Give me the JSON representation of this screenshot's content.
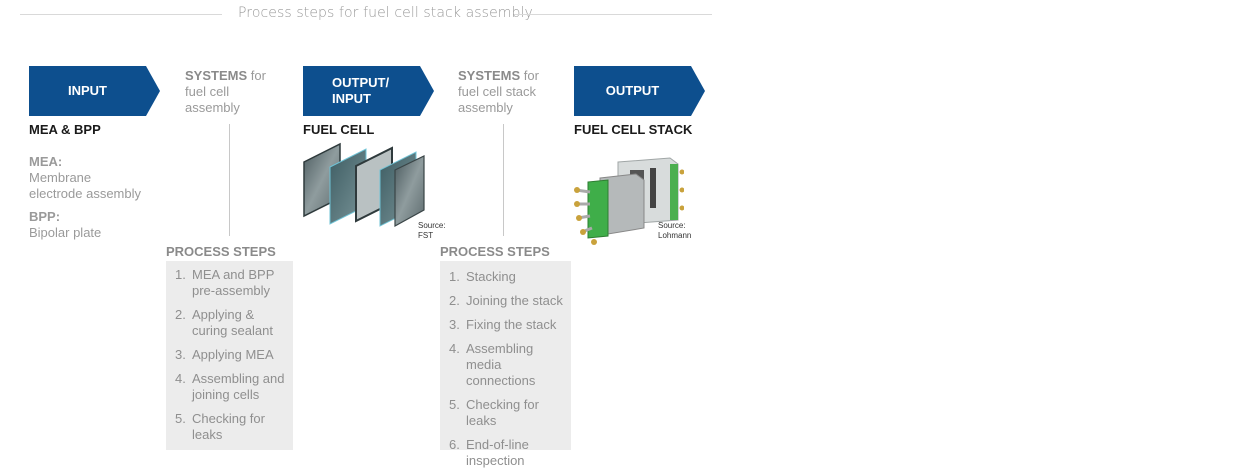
{
  "title": "Process steps for fuel cell stack assembly",
  "colors": {
    "accent": "#0d4f8e",
    "process_box": "#ececec",
    "heading": "#1a1a1a",
    "muted_text": "#9a9a9a"
  },
  "stages": [
    {
      "chevron_lines": [
        "INPUT"
      ],
      "heading": "MEA & BPP"
    },
    {
      "chevron_lines": [
        "OUTPUT/",
        "INPUT"
      ],
      "heading": "FUEL CELL",
      "image": "fuel-cell-image",
      "source_label": "Source:",
      "source_name": "FST"
    },
    {
      "chevron_lines": [
        "OUTPUT"
      ],
      "heading": "FUEL CELL STACK",
      "image": "fuel-cell-stack-image",
      "source_label": "Source:",
      "source_name": "Lohmann"
    }
  ],
  "definitions": [
    {
      "term": "MEA:",
      "lines": [
        "Membrane",
        "electrode assembly"
      ]
    },
    {
      "term": "BPP:",
      "lines": [
        "Bipolar plate"
      ]
    }
  ],
  "systems": [
    {
      "bold": "SYSTEMS",
      "rest": " for",
      "lines": [
        "fuel cell",
        "assembly"
      ]
    },
    {
      "bold": "SYSTEMS",
      "rest": " for",
      "lines": [
        "fuel cell stack",
        "assembly"
      ]
    }
  ],
  "process_steps": [
    {
      "title": "PROCESS STEPS",
      "steps": [
        {
          "num": "1.",
          "text": "MEA and BPP pre-assembly"
        },
        {
          "num": "2.",
          "text": "Applying & curing sealant"
        },
        {
          "num": "3.",
          "text": "Applying MEA"
        },
        {
          "num": "4.",
          "text": "Assembling and joining cells"
        },
        {
          "num": "5.",
          "text": "Checking for leaks"
        }
      ]
    },
    {
      "title": "PROCESS STEPS",
      "steps": [
        {
          "num": "1.",
          "text": "Stacking"
        },
        {
          "num": "2.",
          "text": "Joining the stack"
        },
        {
          "num": "3.",
          "text": "Fixing the stack"
        },
        {
          "num": "4.",
          "text": "Assembling media connections"
        },
        {
          "num": "5.",
          "text": "Checking for leaks"
        },
        {
          "num": "6.",
          "text": "End-of-line inspection"
        }
      ]
    }
  ]
}
